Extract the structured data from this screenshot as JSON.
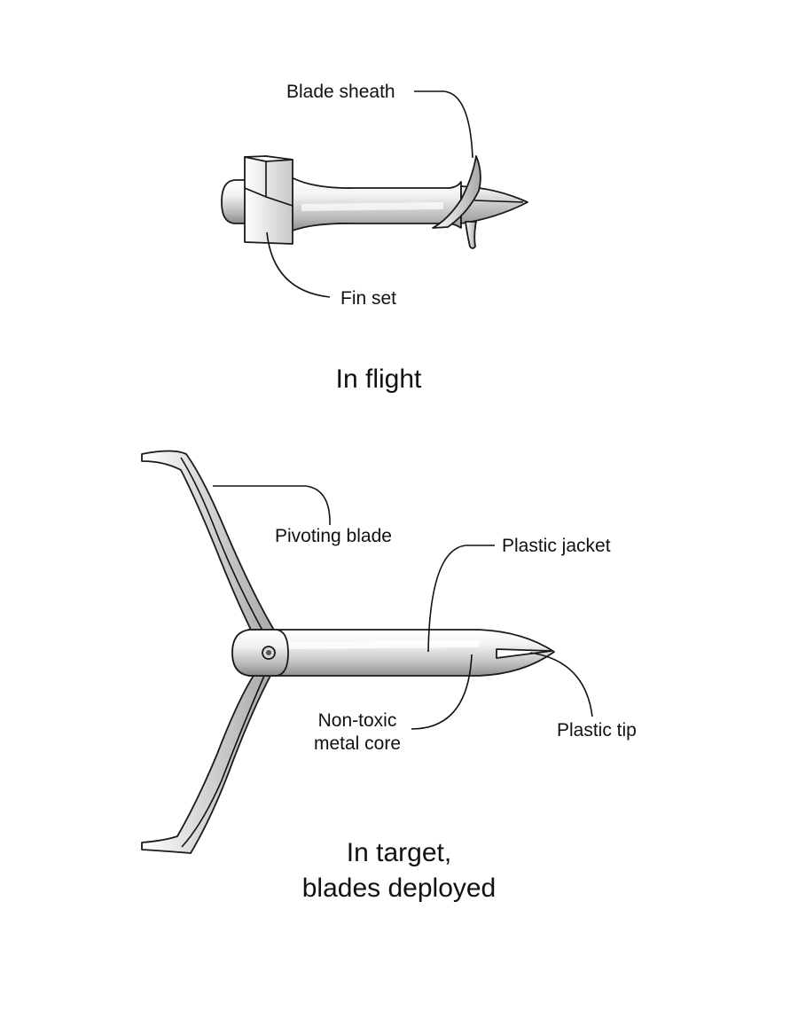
{
  "top_view": {
    "labels": {
      "blade_sheath": "Blade sheath",
      "fin_set": "Fin set"
    },
    "caption": "In flight"
  },
  "bottom_view": {
    "labels": {
      "pivoting_blade": "Pivoting blade",
      "plastic_jacket": "Plastic jacket",
      "core_line1": "Non-toxic",
      "core_line2": "metal core",
      "plastic_tip": "Plastic tip"
    },
    "caption_line1": "In target,",
    "caption_line2": "blades deployed"
  }
}
